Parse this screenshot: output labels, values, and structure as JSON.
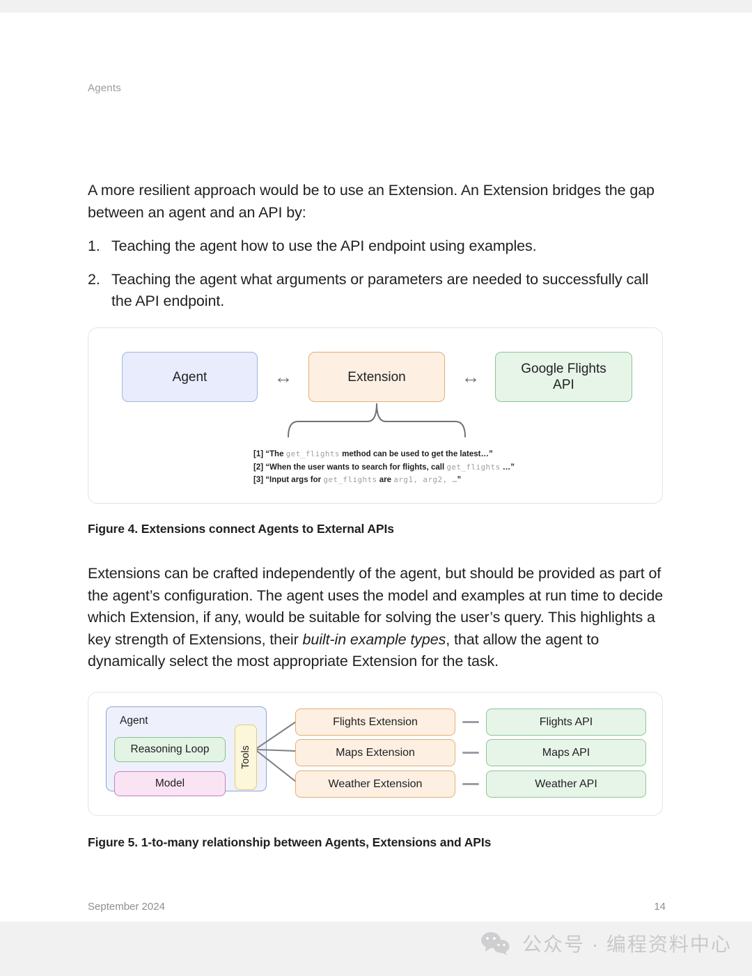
{
  "document": {
    "running_header": "Agents",
    "footer_date": "September 2024",
    "page_number": "14"
  },
  "paragraphs": {
    "intro": "A more resilient approach would be to use an Extension. An Extension bridges the gap between an agent and an API by:",
    "list": [
      {
        "num": "1.",
        "text": "Teaching the agent how to use the API endpoint using examples."
      },
      {
        "num": "2.",
        "text": "Teaching the agent what arguments or parameters are needed to successfully call the API endpoint."
      }
    ],
    "after_fig4_a": "Extensions can be crafted independently of the agent, but should be provided as part of the agent’s configuration. The agent uses the model and examples at run time to decide which Extension, if any, would be suitable for solving the user’s query. This highlights a key strength of Extensions, their ",
    "after_fig4_em": "built-in example types",
    "after_fig4_b": ", that allow the agent to dynamically select the most appropriate Extension for the task."
  },
  "figure4": {
    "caption": "Figure 4. Extensions connect Agents to External APIs",
    "nodes": {
      "agent": "Agent",
      "extension": "Extension",
      "api": "Google Flights\nAPI",
      "api_line1": "Google Flights",
      "api_line2": "API"
    },
    "arrow_glyph": "↔",
    "annotations": [
      {
        "index": "[1]",
        "before": "“The ",
        "code1": "get_flights",
        "after": " method can be used to get the latest…”"
      },
      {
        "index": "[2]",
        "before": "“When the user wants to search for flights, call ",
        "code1": "get_flights",
        "after": " …”"
      },
      {
        "index": "[3]",
        "before": "“Input args for ",
        "code1": "get_flights",
        "mid": " are ",
        "code2": "arg1, arg2, …",
        "after": "”"
      }
    ]
  },
  "figure5": {
    "caption": "Figure 5. 1-to-many relationship between Agents, Extensions and APIs",
    "agent_label": "Agent",
    "reasoning_loop": "Reasoning Loop",
    "model": "Model",
    "tools": "Tools",
    "rows": [
      {
        "extension": "Flights Extension",
        "api": "Flights API"
      },
      {
        "extension": "Maps Extension",
        "api": "Maps API"
      },
      {
        "extension": "Weather Extension",
        "api": "Weather API"
      }
    ]
  },
  "watermark": {
    "icon": "wechat-icon",
    "text": "公众号 · 编程资料中心"
  },
  "colors": {
    "agent_fill": "#e9ecfc",
    "agent_border": "#9fb4e0",
    "extension_fill": "#fdf0e2",
    "extension_border": "#e4ae73",
    "api_fill": "#e7f4e8",
    "api_border": "#8cc596",
    "reasoning_fill": "#e3f3e4",
    "model_fill": "#fae4f4",
    "tools_fill": "#fcf6da",
    "text": "#1f1f1f",
    "muted": "#8e8e93"
  }
}
